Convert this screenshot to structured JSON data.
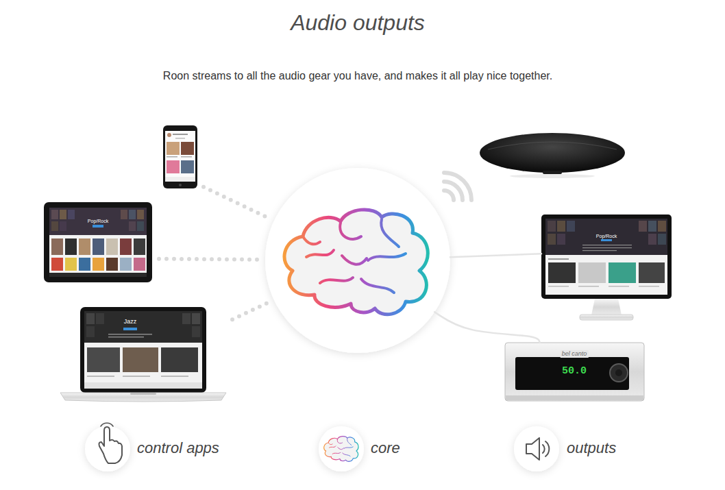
{
  "diagram": {
    "title": "Audio outputs",
    "nodes": [
      {
        "text": []
      },
      {
        "text": [
          "Pop/Rock"
        ]
      },
      {
        "text": [
          "Jazz"
        ]
      },
      {
        "text": []
      },
      {
        "text": [
          "Pop/Rock"
        ]
      },
      {
        "text": [
          "bel canto",
          "50.0"
        ]
      }
    ],
    "edges": [
      {
        "from": 0,
        "to": 3,
        "arrow": "none"
      },
      {
        "from": 1,
        "to": 3,
        "arrow": "none"
      },
      {
        "from": 2,
        "to": 3,
        "arrow": "none"
      },
      {
        "from": 3,
        "to": 4,
        "arrow": "none"
      },
      {
        "from": 3,
        "to": 5,
        "arrow": "none"
      }
    ],
    "labels": [
      "Roon streams to all the audio gear you have, and makes it all play nice together."
    ],
    "legend": [
      {
        "text": "control apps"
      },
      {
        "text": "core"
      },
      {
        "text": "outputs"
      }
    ]
  }
}
